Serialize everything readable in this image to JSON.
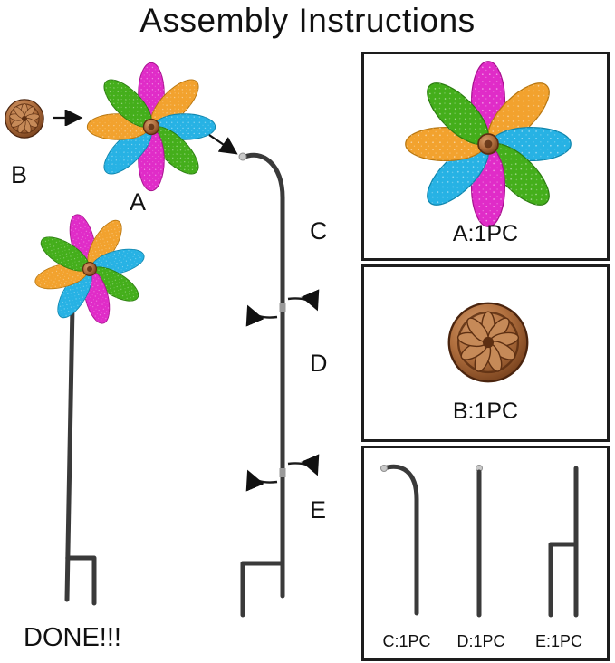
{
  "title": "Assembly Instructions",
  "diagram": {
    "part_a_label": "A",
    "part_b_label": "B",
    "part_c_label": "C",
    "part_d_label": "D",
    "part_e_label": "E",
    "done_text": "DONE!!!"
  },
  "panels": {
    "a": {
      "count_label": "A:1PC"
    },
    "b": {
      "count_label": "B:1PC"
    },
    "poles": {
      "c_count_label": "C:1PC",
      "d_count_label": "D:1PC",
      "e_count_label": "E:1PC"
    }
  },
  "icons": {
    "pinwheel_flower": "eight-petal wind spinner flower",
    "copper_cap": "round embossed copper end cap",
    "right_arrow": "assembly direction arrow",
    "diagonal_arrow": "assembly direction arrow",
    "rotation_arrows": "twist-to-connect rotation arrows",
    "pole_c": "hook-top pole section",
    "pole_d": "straight middle pole section",
    "pole_e": "ground stake pole section with prong"
  },
  "colors": {
    "petal_pink": "#e02cc8",
    "petal_teal": "#27b2e4",
    "petal_green": "#44ae1b",
    "petal_orange": "#f2a22e",
    "copper": "#a9663c",
    "copper_dark": "#5d2f12",
    "stake": "#3a3a3a",
    "panel_border": "#1d1d1d",
    "ink": "#111111"
  }
}
